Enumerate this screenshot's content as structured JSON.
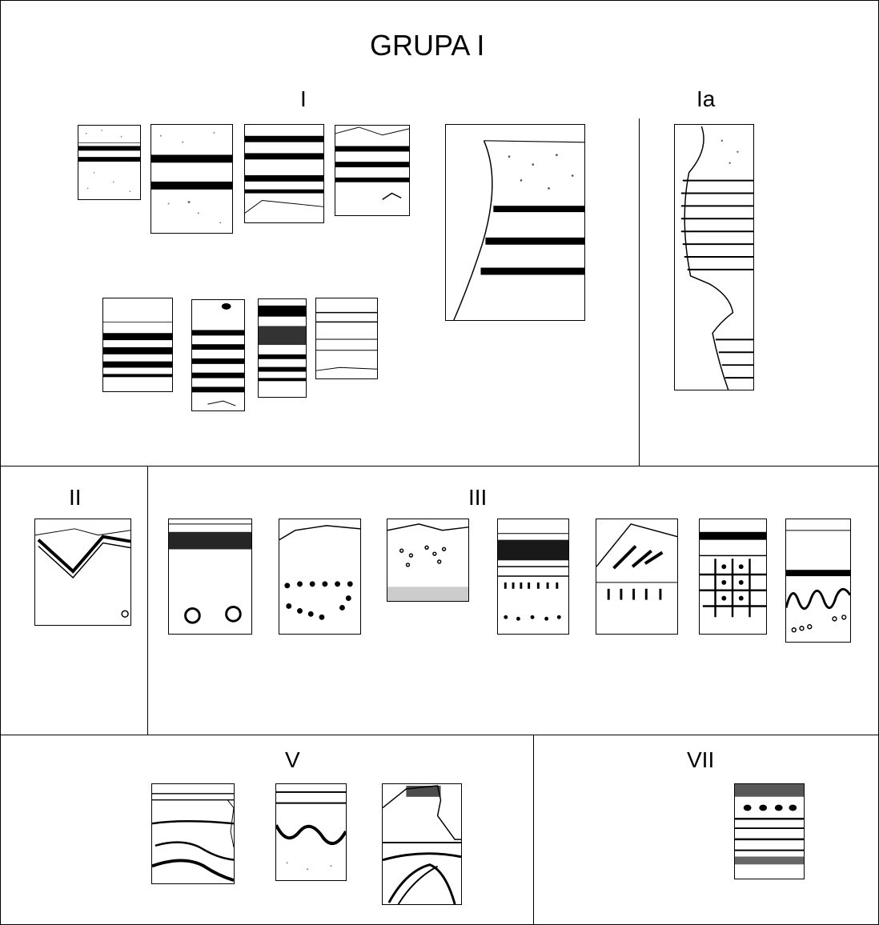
{
  "title": "GRUPA I",
  "groups": {
    "g1": "I",
    "g1a": "Ia",
    "g2": "II",
    "g3": "III",
    "g5": "V",
    "g7": "VII"
  },
  "colors": {
    "ink": "#000000",
    "paper": "#ffffff"
  }
}
